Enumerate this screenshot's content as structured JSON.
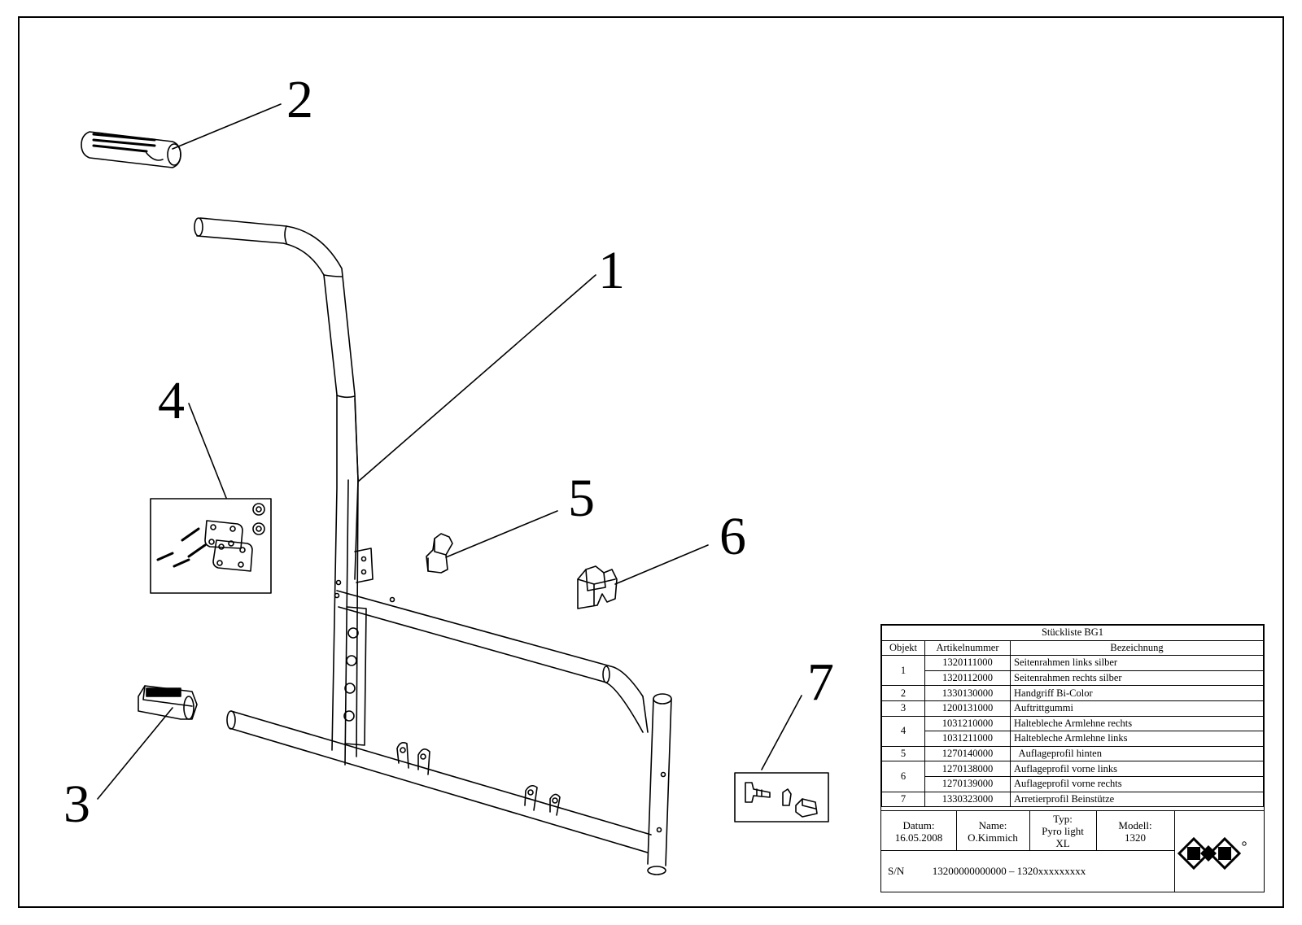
{
  "callouts": [
    "1",
    "2",
    "3",
    "4",
    "5",
    "6",
    "7"
  ],
  "parts_list": {
    "title": "Stückliste BG1",
    "headers": [
      "Objekt",
      "Artikelnummer",
      "Bezeichnung"
    ],
    "rows": [
      {
        "obj": "1",
        "art": "1320111000",
        "desc": "Seitenrahmen links silber"
      },
      {
        "obj": "",
        "art": "1320112000",
        "desc": "Seitenrahmen rechts silber"
      },
      {
        "obj": "2",
        "art": "1330130000",
        "desc": "Handgriff  Bi-Color"
      },
      {
        "obj": "3",
        "art": "1200131000",
        "desc": "Auftrittgummi"
      },
      {
        "obj": "4",
        "art": "1031210000",
        "desc": "Haltebleche Armlehne rechts"
      },
      {
        "obj": "",
        "art": "1031211000",
        "desc": "Haltebleche Armlehne links"
      },
      {
        "obj": "5",
        "art": "1270140000",
        "desc": "  Auflageprofil hinten"
      },
      {
        "obj": "6",
        "art": "1270138000",
        "desc": "Auflageprofil vorne links"
      },
      {
        "obj": "",
        "art": "1270139000",
        "desc": "Auflageprofil vorne rechts"
      },
      {
        "obj": "7",
        "art": "1330323000",
        "desc": "Arretierprofil Beinstütze"
      }
    ]
  },
  "title_block": {
    "datum_label": "Datum:",
    "datum_value": "16.05.2008",
    "name_label": "Name:",
    "name_value": "O.Kimmich",
    "typ_label": "Typ:",
    "typ_value_1": "Pyro light",
    "typ_value_2": "XL",
    "modell_label": "Modell:",
    "modell_value": "1320",
    "sn_label": "S/N",
    "sn_value": "13200000000000 – 1320xxxxxxxxx"
  }
}
